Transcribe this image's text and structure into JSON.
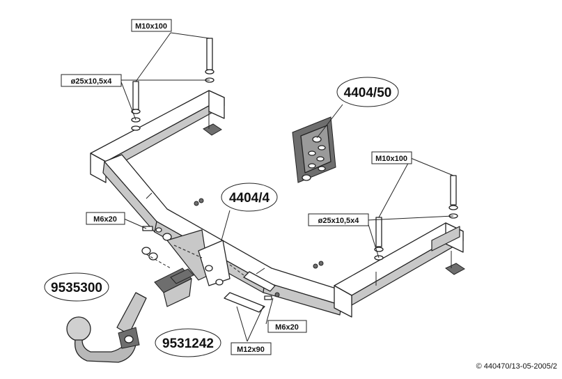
{
  "labels": {
    "bolt_top_left": "M10x100",
    "washer_left": "ø25x10,5x4",
    "kit_50": "4404/50",
    "bolt_right": "M10x100",
    "washer_right": "ø25x10,5x4",
    "bar_part": "4404/4",
    "m6_left": "M6x20",
    "ball_part": "9535300",
    "bracket_part": "9531242",
    "m6_right": "M6x20",
    "m12": "M12x90"
  },
  "footer": {
    "copyright": "© 440470/13-05-2005/2"
  }
}
